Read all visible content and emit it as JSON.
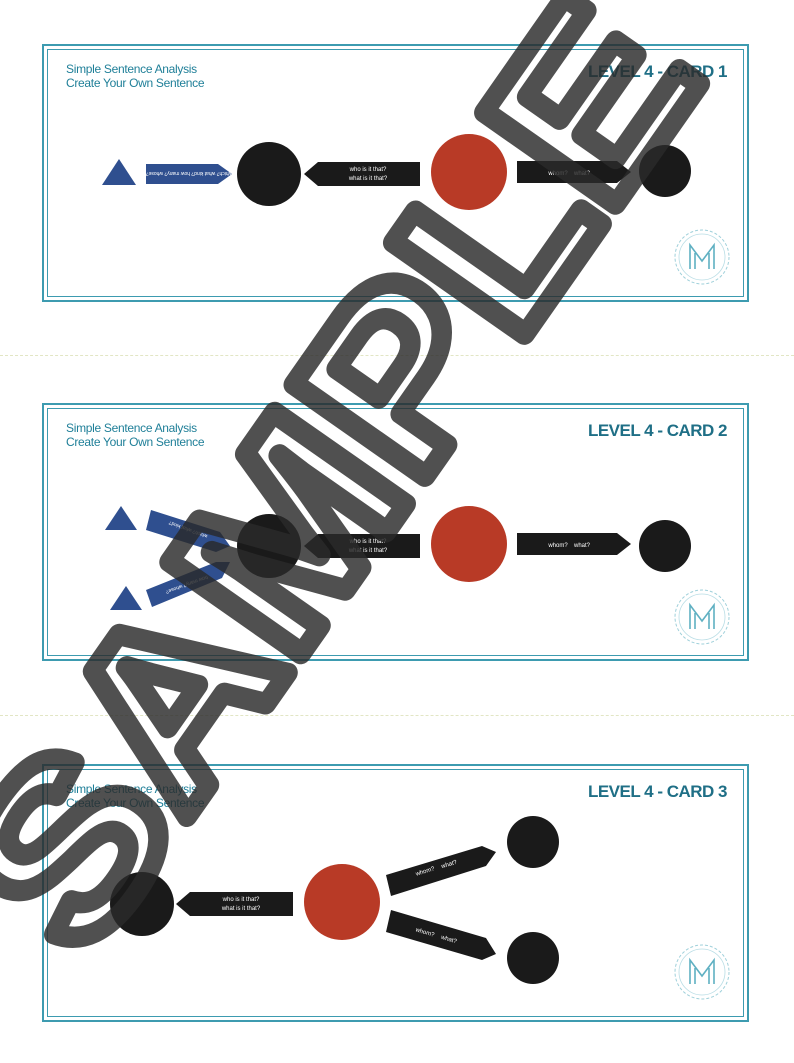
{
  "watermark": "SAMPLE",
  "colors": {
    "teal": "#3d9bb0",
    "navy": "#2f4f8f",
    "black": "#1a1a1a",
    "red": "#b83a26"
  },
  "cards": [
    {
      "subtitle1": "Simple Sentence Analysis",
      "subtitle2": "Create Your Own Sentence",
      "title": "LEVEL 4 - CARD 1",
      "labels": {
        "adj": "which? what kind? how many? whose?",
        "subject": [
          "who is it that?",
          "what is it that?"
        ],
        "object": [
          "whom?",
          "what?"
        ]
      }
    },
    {
      "subtitle1": "Simple Sentence Analysis",
      "subtitle2": "Create Your Own Sentence",
      "title": "LEVEL 4 - CARD 2",
      "labels": {
        "adj1": "which? what kind?",
        "adj2": "how many? whose?",
        "subject": [
          "who is it that?",
          "what is it that?"
        ],
        "object": [
          "whom?",
          "what?"
        ]
      }
    },
    {
      "subtitle1": "Simple Sentence Analysis",
      "subtitle2": "Create Your Own Sentence",
      "title": "LEVEL 4 - CARD 3",
      "labels": {
        "subject": [
          "who is it that?",
          "what is it that?"
        ],
        "object1": [
          "whom?",
          "what?"
        ],
        "object2": [
          "whom?",
          "what?"
        ]
      }
    }
  ]
}
